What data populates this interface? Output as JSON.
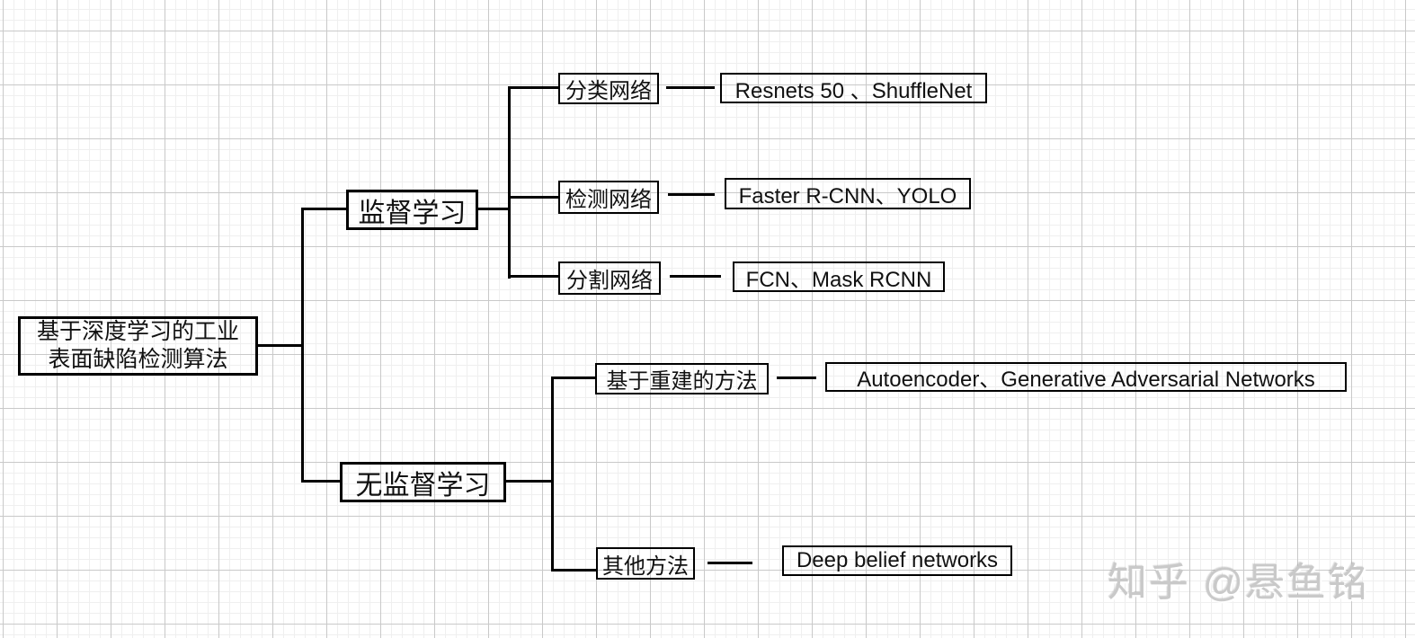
{
  "diagram": {
    "root": {
      "label": "基于深度学习的工业\n表面缺陷检测算法"
    },
    "branches": [
      {
        "label": "监督学习",
        "children": [
          {
            "label": "分类网络",
            "detail": "Resnets 50 、ShuffleNet"
          },
          {
            "label": "检测网络",
            "detail": "Faster R-CNN、YOLO"
          },
          {
            "label": "分割网络",
            "detail": "FCN、Mask RCNN"
          }
        ]
      },
      {
        "label": "无监督学习",
        "children": [
          {
            "label": "基于重建的方法",
            "detail": "Autoencoder、Generative Adversarial Networks"
          },
          {
            "label": "其他方法",
            "detail": "Deep belief networks"
          }
        ]
      }
    ]
  },
  "watermark": {
    "text": "知乎 @悬鱼铭"
  },
  "colors": {
    "line": "#000000",
    "grid_major": "#c9c9c9",
    "grid_minor": "#efefef",
    "watermark": "#c9c9c9"
  }
}
